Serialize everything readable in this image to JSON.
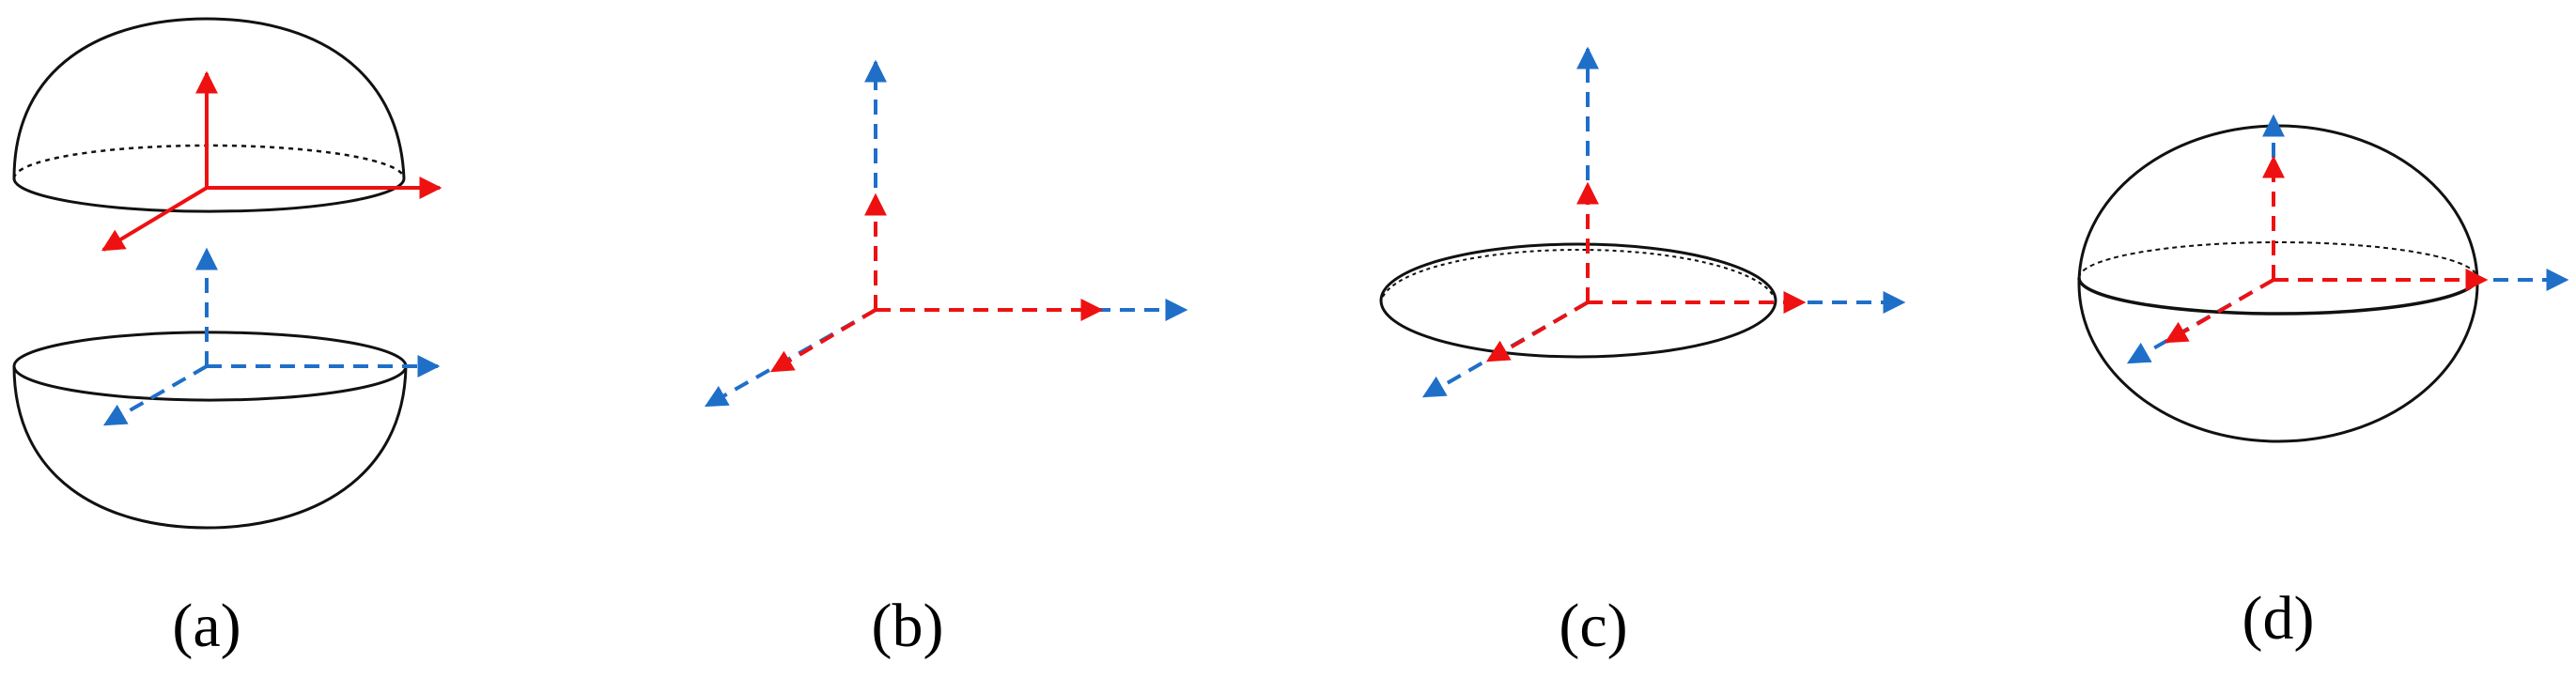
{
  "figure": {
    "panels": [
      {
        "id": "a",
        "label": "(a)",
        "description_free": true
      },
      {
        "id": "b",
        "label": "(b)",
        "description_free": true
      },
      {
        "id": "c",
        "label": "(c)",
        "description_free": true
      },
      {
        "id": "d",
        "label": "(d)",
        "description_free": true
      }
    ],
    "colors": {
      "red_axes": "#ee1111",
      "blue_axes": "#1f6fc9",
      "outline": "#111111",
      "background": "#ffffff"
    },
    "icons": [
      "coordinate-axes-icon",
      "hemisphere-icon",
      "disk-icon",
      "sphere-icon"
    ]
  }
}
